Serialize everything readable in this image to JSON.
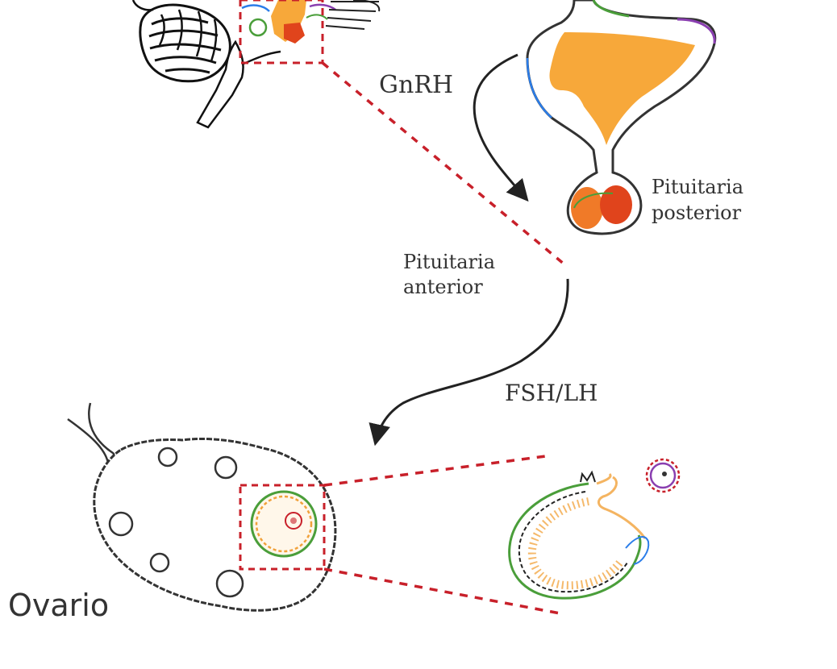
{
  "labels": {
    "gnrh": "GnRH",
    "pituitaria_posterior_line1": "Pituitaria",
    "pituitaria_posterior_line2": "posterior",
    "pituitaria_anterior_line1": "Pituitaria",
    "pituitaria_anterior_line2": "anterior",
    "fsh_lh": "FSH/LH",
    "ovario": "Ovario"
  },
  "colors": {
    "dashed_red": "#c8202a",
    "arrow": "#222222",
    "outline": "#333333",
    "pituitary_orange": "#f7a83a",
    "posterior_red": "#e0441c",
    "posterior_orange": "#f07a28",
    "follicle_green": "#4a9e3a",
    "follicle_orange": "#f1a13a",
    "oocyte_purple": "#8a3fb0"
  },
  "icons": {
    "brain": "brain-icon",
    "pituitary": "pituitary-gland-icon",
    "ovary": "ovary-icon",
    "follicle": "follicle-icon",
    "oocyte": "oocyte-icon"
  }
}
